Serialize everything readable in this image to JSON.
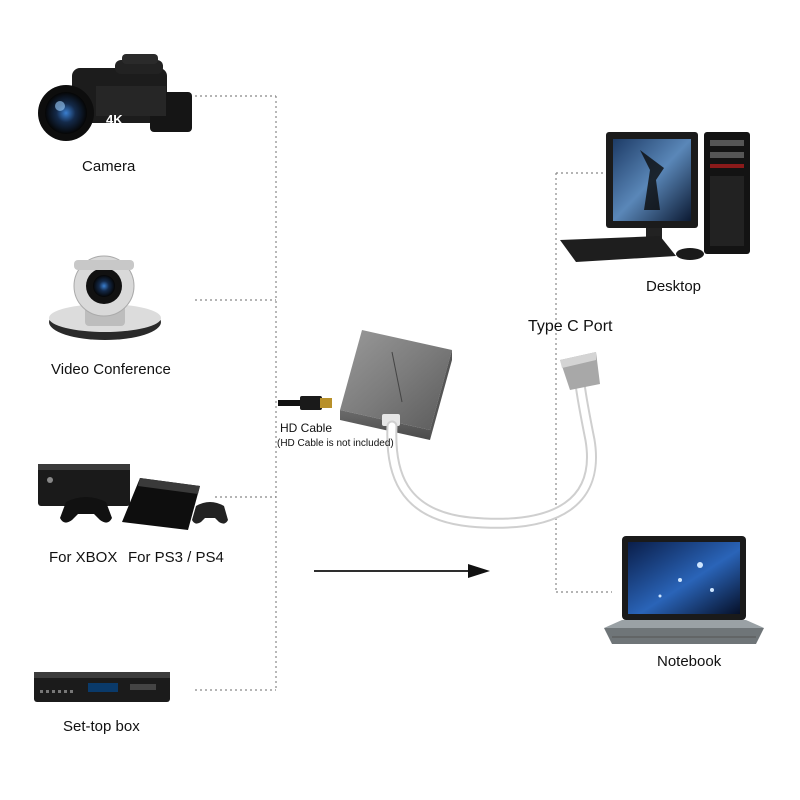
{
  "sources": {
    "camera": "Camera",
    "video_conference": "Video Conference",
    "xbox": "For XBOX",
    "ps": "For PS3 / PS4",
    "settop": "Set-top box"
  },
  "camera_badge": "4K",
  "cable": {
    "hd_label": "HD Cable",
    "hd_note": "(HD Cable is not included)",
    "type_c": "Type C Port"
  },
  "targets": {
    "desktop": "Desktop",
    "notebook": "Notebook"
  }
}
